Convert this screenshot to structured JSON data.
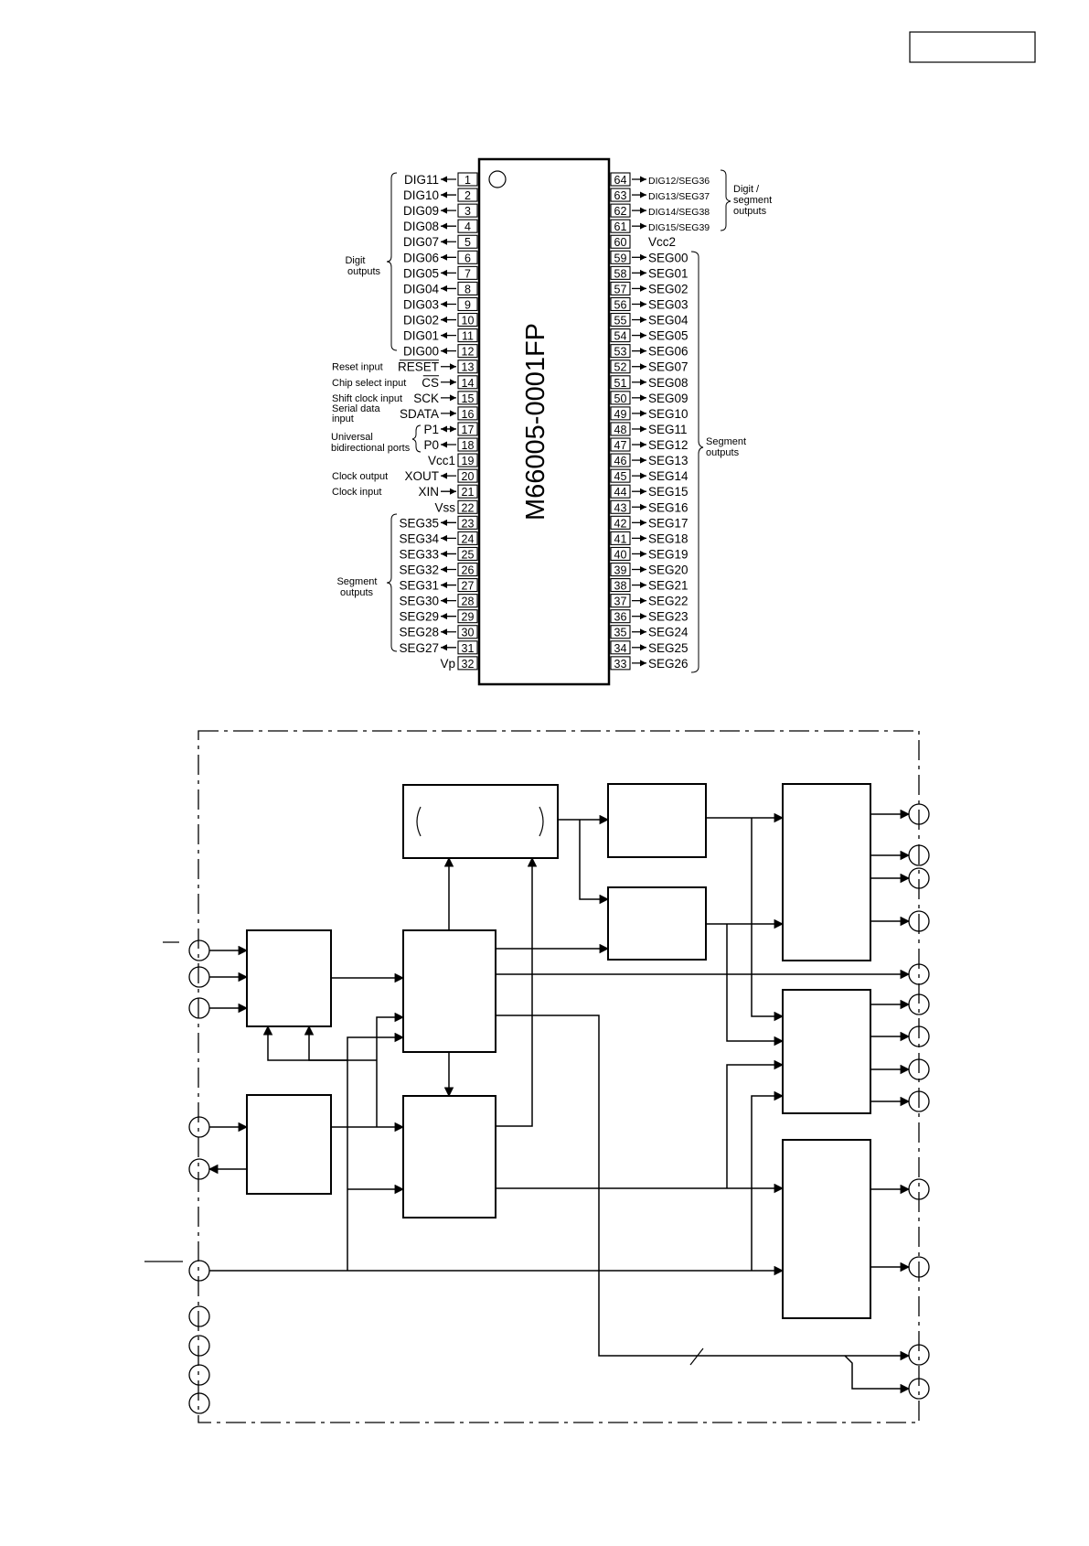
{
  "chip": {
    "part_number": "M66005-0001FP",
    "left_pins": [
      {
        "num": "1",
        "name": "DIG11",
        "dir": "out"
      },
      {
        "num": "2",
        "name": "DIG10",
        "dir": "out"
      },
      {
        "num": "3",
        "name": "DIG09",
        "dir": "out"
      },
      {
        "num": "4",
        "name": "DIG08",
        "dir": "out"
      },
      {
        "num": "5",
        "name": "DIG07",
        "dir": "out"
      },
      {
        "num": "6",
        "name": "DIG06",
        "dir": "out"
      },
      {
        "num": "7",
        "name": "DIG05",
        "dir": "out"
      },
      {
        "num": "8",
        "name": "DIG04",
        "dir": "out"
      },
      {
        "num": "9",
        "name": "DIG03",
        "dir": "out"
      },
      {
        "num": "10",
        "name": "DIG02",
        "dir": "out"
      },
      {
        "num": "11",
        "name": "DIG01",
        "dir": "out"
      },
      {
        "num": "12",
        "name": "DIG00",
        "dir": "out"
      },
      {
        "num": "13",
        "name": "RESET",
        "dir": "in",
        "label": "Reset input",
        "overline": true
      },
      {
        "num": "14",
        "name": "CS",
        "dir": "in",
        "label": "Chip select input",
        "overline": true
      },
      {
        "num": "15",
        "name": "SCK",
        "dir": "in",
        "label": "Shift clock input"
      },
      {
        "num": "16",
        "name": "SDATA",
        "dir": "in",
        "label": "Serial data",
        "label2": "input"
      },
      {
        "num": "17",
        "name": "P1",
        "dir": "bi"
      },
      {
        "num": "18",
        "name": "P0",
        "dir": "out"
      },
      {
        "num": "19",
        "name": "Vcc1",
        "dir": "none"
      },
      {
        "num": "20",
        "name": "XOUT",
        "dir": "out",
        "label": "Clock output"
      },
      {
        "num": "21",
        "name": "XIN",
        "dir": "in",
        "label": "Clock input"
      },
      {
        "num": "22",
        "name": "Vss",
        "dir": "none"
      },
      {
        "num": "23",
        "name": "SEG35",
        "dir": "out"
      },
      {
        "num": "24",
        "name": "SEG34",
        "dir": "out"
      },
      {
        "num": "25",
        "name": "SEG33",
        "dir": "out"
      },
      {
        "num": "26",
        "name": "SEG32",
        "dir": "out"
      },
      {
        "num": "27",
        "name": "SEG31",
        "dir": "out"
      },
      {
        "num": "28",
        "name": "SEG30",
        "dir": "out"
      },
      {
        "num": "29",
        "name": "SEG29",
        "dir": "out"
      },
      {
        "num": "30",
        "name": "SEG28",
        "dir": "out"
      },
      {
        "num": "31",
        "name": "SEG27",
        "dir": "out"
      },
      {
        "num": "32",
        "name": "Vp",
        "dir": "none"
      }
    ],
    "right_pins": [
      {
        "num": "64",
        "name": "DIG12/SEG36",
        "dir": "out",
        "small": true
      },
      {
        "num": "63",
        "name": "DIG13/SEG37",
        "dir": "out",
        "small": true
      },
      {
        "num": "62",
        "name": "DIG14/SEG38",
        "dir": "out",
        "small": true
      },
      {
        "num": "61",
        "name": "DIG15/SEG39",
        "dir": "out",
        "small": true
      },
      {
        "num": "60",
        "name": "Vcc2",
        "dir": "none"
      },
      {
        "num": "59",
        "name": "SEG00",
        "dir": "out"
      },
      {
        "num": "58",
        "name": "SEG01",
        "dir": "out"
      },
      {
        "num": "57",
        "name": "SEG02",
        "dir": "out"
      },
      {
        "num": "56",
        "name": "SEG03",
        "dir": "out"
      },
      {
        "num": "55",
        "name": "SEG04",
        "dir": "out"
      },
      {
        "num": "54",
        "name": "SEG05",
        "dir": "out"
      },
      {
        "num": "53",
        "name": "SEG06",
        "dir": "out"
      },
      {
        "num": "52",
        "name": "SEG07",
        "dir": "out"
      },
      {
        "num": "51",
        "name": "SEG08",
        "dir": "out"
      },
      {
        "num": "50",
        "name": "SEG09",
        "dir": "out"
      },
      {
        "num": "49",
        "name": "SEG10",
        "dir": "out"
      },
      {
        "num": "48",
        "name": "SEG11",
        "dir": "out"
      },
      {
        "num": "47",
        "name": "SEG12",
        "dir": "out"
      },
      {
        "num": "46",
        "name": "SEG13",
        "dir": "out"
      },
      {
        "num": "45",
        "name": "SEG14",
        "dir": "out"
      },
      {
        "num": "44",
        "name": "SEG15",
        "dir": "out"
      },
      {
        "num": "43",
        "name": "SEG16",
        "dir": "out"
      },
      {
        "num": "42",
        "name": "SEG17",
        "dir": "out"
      },
      {
        "num": "41",
        "name": "SEG18",
        "dir": "out"
      },
      {
        "num": "40",
        "name": "SEG19",
        "dir": "out"
      },
      {
        "num": "39",
        "name": "SEG20",
        "dir": "out"
      },
      {
        "num": "38",
        "name": "SEG21",
        "dir": "out"
      },
      {
        "num": "37",
        "name": "SEG22",
        "dir": "out"
      },
      {
        "num": "36",
        "name": "SEG23",
        "dir": "out"
      },
      {
        "num": "35",
        "name": "SEG24",
        "dir": "out"
      },
      {
        "num": "34",
        "name": "SEG25",
        "dir": "out"
      },
      {
        "num": "33",
        "name": "SEG26",
        "dir": "out"
      }
    ],
    "groups": {
      "digit_outputs": [
        "Digit",
        "outputs"
      ],
      "universal_ports": [
        "Universal",
        "bidirectional ports"
      ],
      "segment_outputs_left": [
        "Segment",
        "outputs"
      ],
      "digit_segment_outputs": [
        "Digit /",
        "segment",
        "outputs"
      ],
      "segment_outputs_right": [
        "Segment",
        "outputs"
      ]
    }
  },
  "colors": {
    "ink": "#000000",
    "background": "#ffffff"
  }
}
